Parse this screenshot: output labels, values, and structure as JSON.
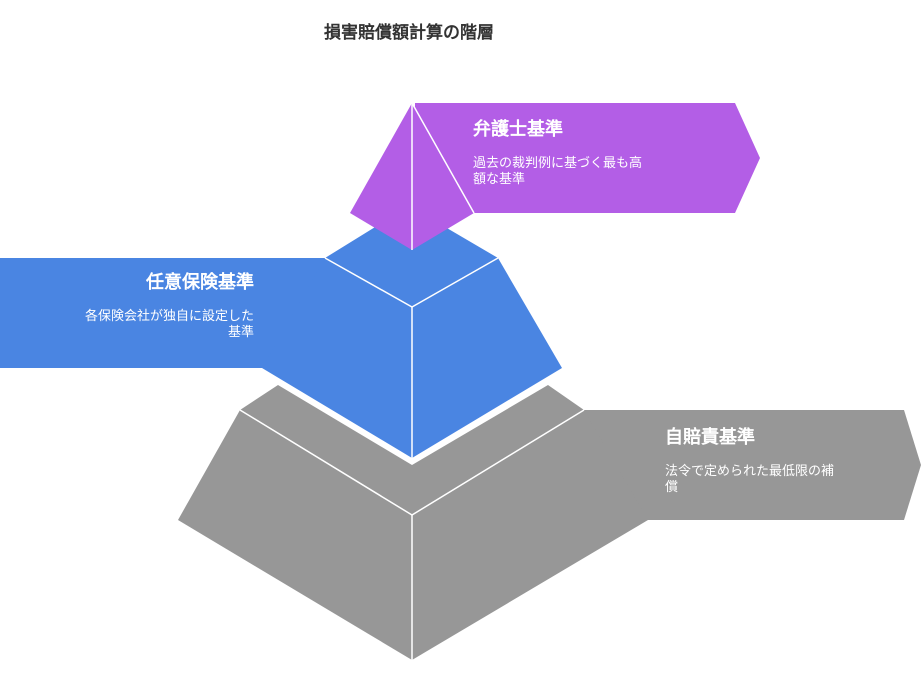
{
  "title": "損害賠償額計算の階層",
  "colors": {
    "top": "#b35ee6",
    "middle": "#4a85e2",
    "bottom": "#979797",
    "edge": "#ffffff"
  },
  "tiers": [
    {
      "id": "top",
      "heading": "弁護士基準",
      "description_lines": [
        "過去の裁判例に基づく最も高",
        "額な基準"
      ]
    },
    {
      "id": "middle",
      "heading": "任意保険基準",
      "description_lines": [
        "各保険会社が独自に設定した",
        "基準"
      ]
    },
    {
      "id": "bottom",
      "heading": "自賠責基準",
      "description_lines": [
        "法令で定められた最低限の補",
        "償"
      ]
    }
  ]
}
